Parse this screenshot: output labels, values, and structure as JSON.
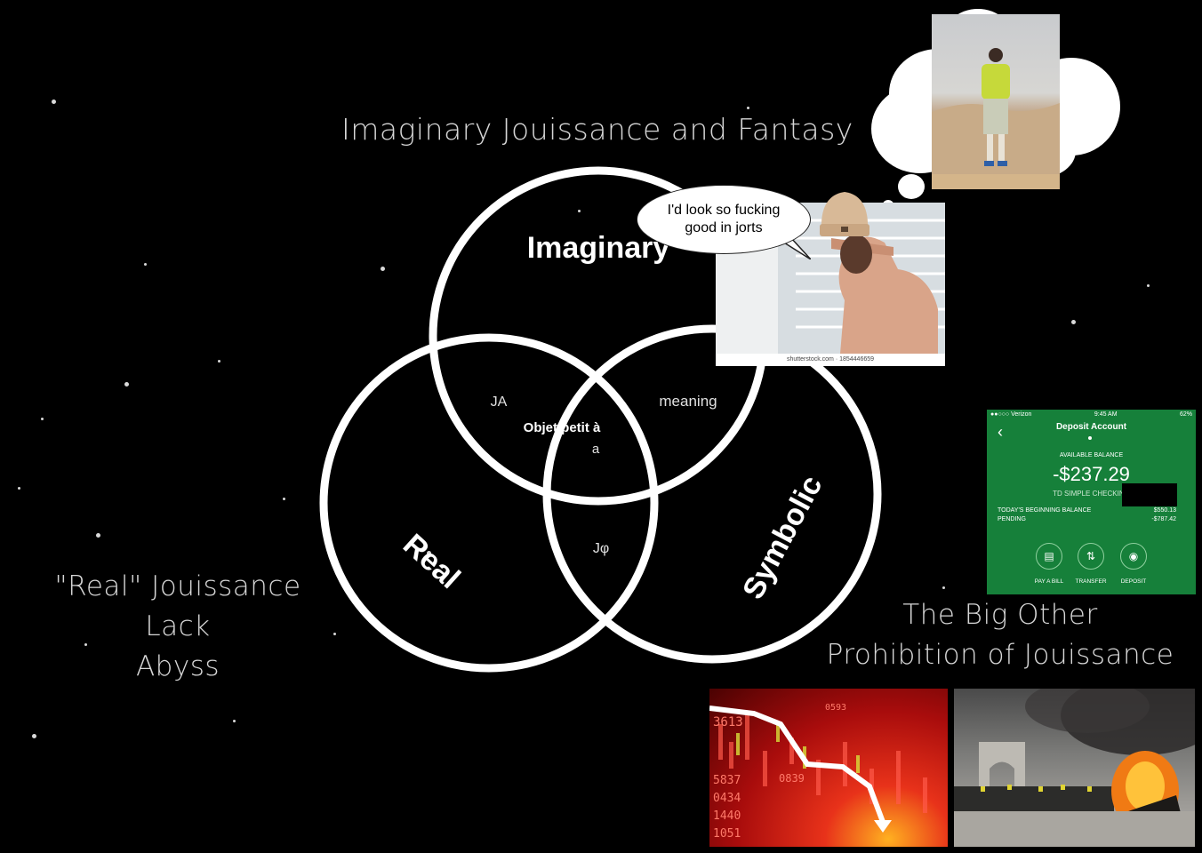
{
  "captions": {
    "top": "Imaginary Jouissance and Fantasy",
    "left": [
      "\"Real\" Jouissance",
      "Lack",
      "Abyss"
    ],
    "right": [
      "The Big Other",
      "Prohibition of Jouissance"
    ]
  },
  "venn": {
    "labels": {
      "imaginary": "Imaginary",
      "real": "Real",
      "symbolic": "Symbolic",
      "ja": "JA",
      "meaning": "meaning",
      "objet_line1": "Objet petit à",
      "objet_line2": "a",
      "jphi": "Jφ"
    }
  },
  "speech_bubble": {
    "text": "I'd look so fucking good in jorts"
  },
  "shower_photo": {
    "watermark": "shutterstock.com · 1854446659"
  },
  "bank_app": {
    "carrier": "●●○○○ Verizon",
    "time": "9:45 AM",
    "battery": "62%",
    "title": "Deposit Account",
    "available_label": "AVAILABLE BALANCE",
    "balance": "-$237.29",
    "account_type": "TD SIMPLE CHECKING",
    "rows": [
      {
        "label": "TODAY'S BEGINNING BALANCE",
        "value": "$550.13"
      },
      {
        "label": "PENDING",
        "value": "-$787.42"
      }
    ],
    "actions": [
      {
        "label": "PAY A BILL",
        "icon": "document-icon"
      },
      {
        "label": "TRANSFER",
        "icon": "transfer-icon"
      },
      {
        "label": "DEPOSIT",
        "icon": "camera-icon"
      }
    ]
  },
  "stock_chart_numbers": [
    "3613",
    "0593",
    "5837",
    "0839",
    "0434",
    "1440",
    "1051"
  ]
}
